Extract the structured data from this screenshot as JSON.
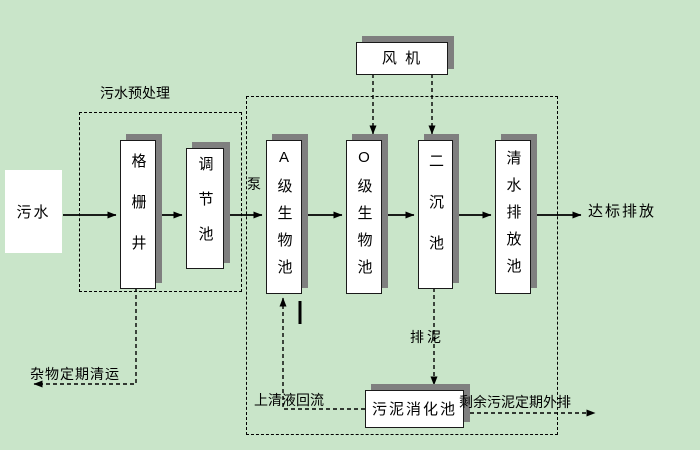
{
  "colors": {
    "background": "#c9e5c9",
    "box_fill": "#ffffff",
    "box_shadow": "#7f7f7f",
    "line": "#000000"
  },
  "labels": {
    "influent": "污水",
    "pretreatment_title": "污水预处理",
    "pump": "泵",
    "effluent": "达标排放",
    "sludge_out": "排泥",
    "supernatant_return": "上清液回流",
    "excess_sludge_out": "剩余污泥定期外排",
    "debris_removal": "杂物定期清运"
  },
  "boxes": {
    "grid_well": "格栅井",
    "regulating_tank": "调节池",
    "fan": "风 机",
    "a_bio_tank": "A级生物池",
    "o_bio_tank": "O级生物池",
    "secondary_sedimentation_tank": "二沉池",
    "clear_water_discharge_tank": "清水排放池",
    "sludge_digestion_tank": "污泥消化池"
  }
}
